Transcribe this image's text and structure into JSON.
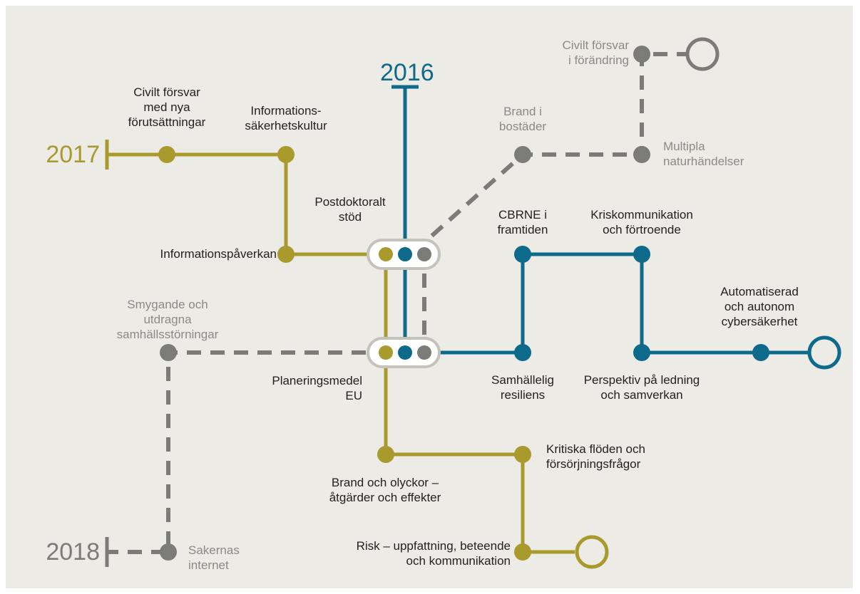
{
  "colors": {
    "olive": "#a99a2e",
    "teal": "#0e6a8a",
    "grey": "#7b7b78",
    "ring": "#c4c2ba",
    "background": "#ecebe6"
  },
  "years": {
    "y2016": "2016",
    "y2017": "2017",
    "y2018": "2018"
  },
  "labels": {
    "civilt_forsvar_nya": "Civilt försvar\nmed nya\nförutsättningar",
    "informationssakerhetskultur": "Informations-\nsäkerhetskultur",
    "informationspaverkan": "Informationspåverkan",
    "postdoktoralt_stod": "Postdoktoralt\nstöd",
    "planeringsmedel_eu": "Planeringsmedel\nEU",
    "smygande": "Smygande och\nutdragna\nsamhällsstörningar",
    "sakernas_internet": "Sakernas\ninternet",
    "brand_i_bostader": "Brand i\nbostäder",
    "civilt_forsvar_forandring": "Civilt försvar\ni förändring",
    "multipla": "Multipla\nnaturhändelser",
    "cbrne": "CBRNE i\nframtiden",
    "kriskommunikation": "Kriskommunikation\noch förtroende",
    "automatiserad": "Automatiserad\noch autonom\ncybersäkerhet",
    "samhallelig_resiliens": "Samhällelig\nresiliens",
    "perspektiv": "Perspektiv på ledning\noch samverkan",
    "brand_och_olyckor": "Brand och olyckor –\nåtgärder och effekter",
    "kritiska_floden": "Kritiska flöden och\nförsörjningsfrågor",
    "risk": "Risk – uppfattning, beteende\noch kommunikation"
  }
}
